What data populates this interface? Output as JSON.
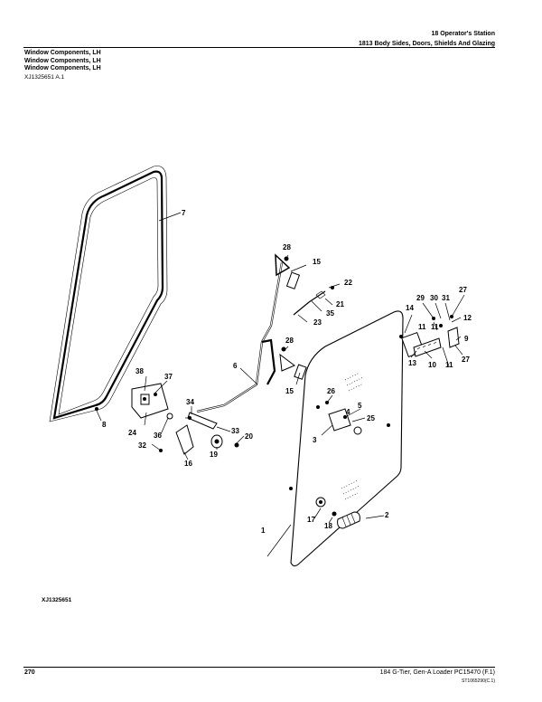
{
  "header": {
    "section_title": "18 Operator's Station",
    "subsection_title": "1813 Body Sides, Doors, Shields And Glazing"
  },
  "group_titles": [
    "Window Components, LH",
    "Window Components, LH",
    "Window Components, LH"
  ],
  "figure_id": "XJ1325651 A.1",
  "figure_label": "XJ1325651",
  "callouts": [
    "1",
    "2",
    "3",
    "4",
    "5",
    "6",
    "7",
    "8",
    "9",
    "10",
    "11",
    "11",
    "11",
    "12",
    "13",
    "14",
    "15",
    "15",
    "16",
    "17",
    "18",
    "19",
    "20",
    "21",
    "22",
    "23",
    "24",
    "25",
    "26",
    "27",
    "27",
    "28",
    "28",
    "29",
    "30",
    "31",
    "32",
    "33",
    "34",
    "35",
    "36",
    "37",
    "38"
  ],
  "footer": {
    "page_number": "270",
    "manual": "184 G-Tier, Gen-A Loader  PC15470  (F.1)",
    "code": "ST1065290(C.1)"
  }
}
